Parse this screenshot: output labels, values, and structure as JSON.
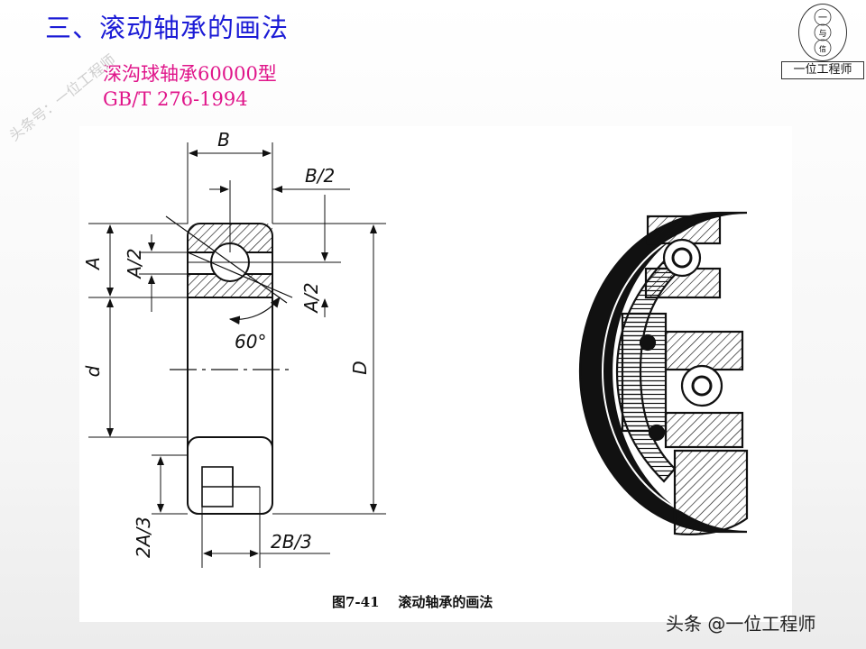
{
  "slide": {
    "title": "三、滚动轴承的画法",
    "subtitle_line1": "深沟球轴承60000型",
    "subtitle_line2": "GB/T 276-1994",
    "watermark": "头条号：一位工程师",
    "logo_text": "一位工程师",
    "logo_glyphs": [
      "一",
      "与",
      "信"
    ]
  },
  "figure": {
    "labels": {
      "B": "B",
      "B_half": "B/2",
      "A": "A",
      "A_half_left": "A/2",
      "A_half_right": "A/2",
      "d": "d",
      "D": "D",
      "angle": "60°",
      "two_A_third": "2A/3",
      "two_B_third": "2B/3"
    },
    "caption": "图7-41    滚动轴承的画法"
  },
  "footer": {
    "toutiao_credit": "头条 @一位工程师"
  }
}
